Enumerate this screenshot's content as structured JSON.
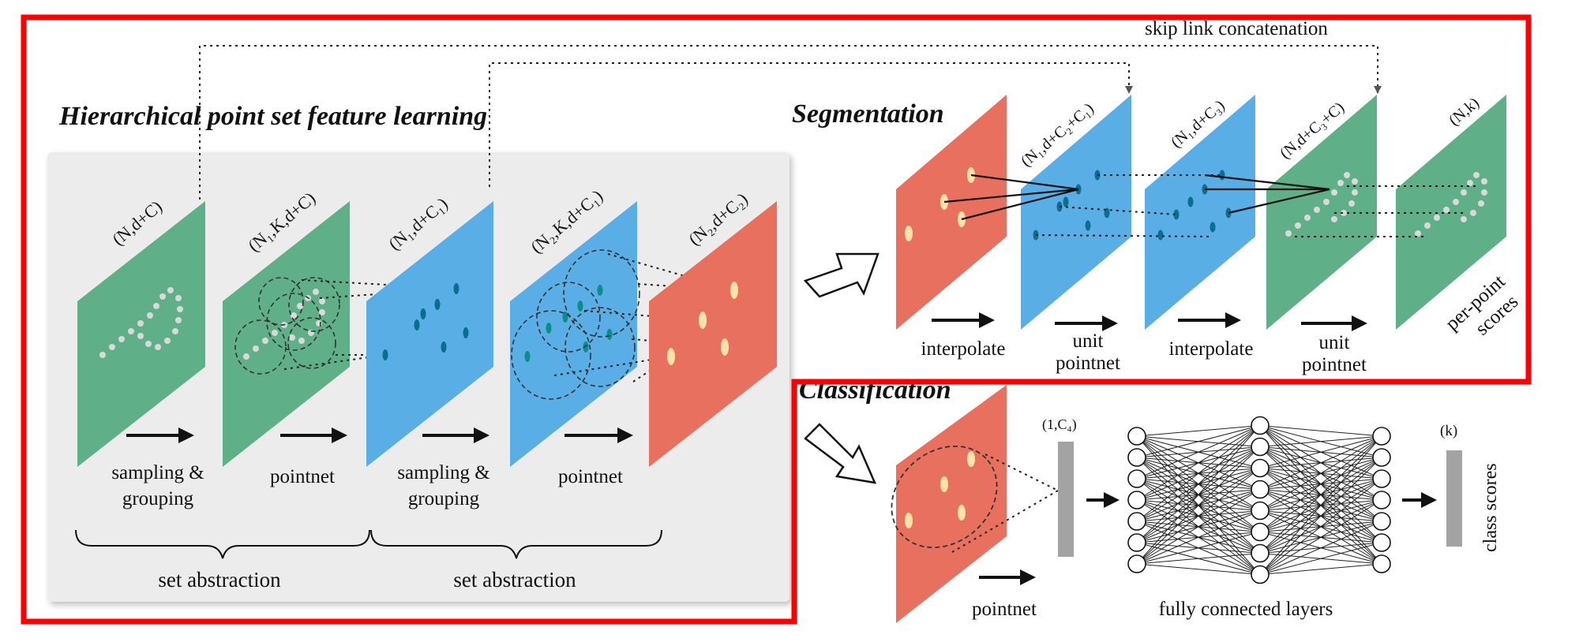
{
  "sections": {
    "hierarchical_title": "Hierarchical point set feature learning",
    "segmentation_title": "Segmentation",
    "classification_title": "Classification",
    "skip_link_label": "skip link concatenation"
  },
  "hierarchical": {
    "layer_labels": [
      "(N,d+C)",
      "(N₁,K,d+C)",
      "(N₁,d+C₁)",
      "(N₂,K,d+C₁)",
      "(N₂,d+C₂)"
    ],
    "step_labels": [
      [
        "sampling &",
        "grouping"
      ],
      [
        "pointnet"
      ],
      [
        "sampling &",
        "grouping"
      ],
      [
        "pointnet"
      ]
    ],
    "group_labels": [
      "set abstraction",
      "set abstraction"
    ]
  },
  "segmentation": {
    "layer_labels": [
      "(N₁,d+C₂+C₁)",
      "(N₁,d+C₃)",
      "(N,d+C₃+C)",
      "(N,k)"
    ],
    "step_labels": [
      [
        "interpolate"
      ],
      [
        "unit",
        "pointnet"
      ],
      [
        "interpolate"
      ],
      [
        "unit",
        "pointnet"
      ]
    ],
    "output_label": [
      "per-point",
      "scores"
    ]
  },
  "classification": {
    "feature_label": "(1,C₄)",
    "output_dim_label": "(k)",
    "step_label": "pointnet",
    "fc_label": "fully connected layers",
    "output_label": "class scores"
  },
  "colors": {
    "green": "#5fb088",
    "blue": "#5aaee6",
    "red": "#e8705f",
    "highlight": "#ff0000",
    "panel": "#ececec",
    "gray_bar": "#a3a3a3"
  }
}
